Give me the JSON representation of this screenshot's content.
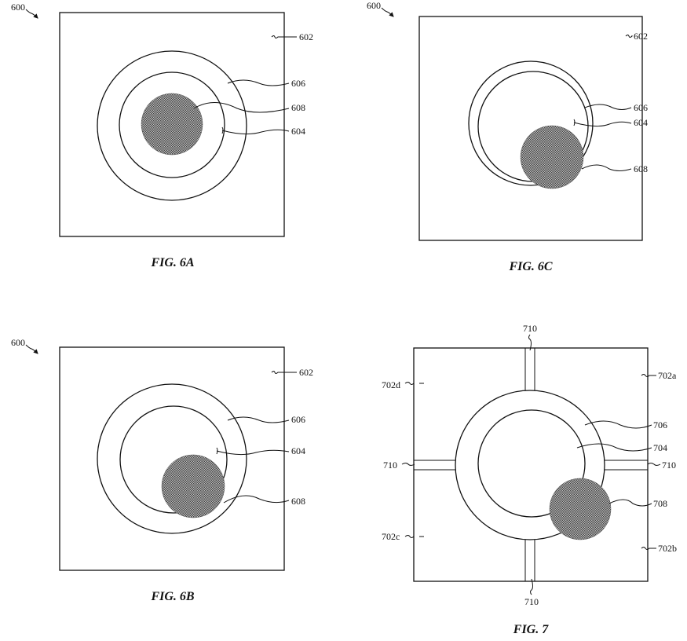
{
  "figures": {
    "fig6a": {
      "caption": "FIG. 6A",
      "assembly": "600",
      "substrate": "602",
      "ring": "606",
      "spot": "608",
      "core": "604"
    },
    "fig6b": {
      "caption": "FIG. 6B",
      "assembly": "600",
      "substrate": "602",
      "ring": "606",
      "core": "604",
      "spot": "608"
    },
    "fig6c": {
      "caption": "FIG. 6C",
      "assembly": "600",
      "substrate": "602",
      "ring": "606",
      "core": "604",
      "spot": "608"
    },
    "fig7": {
      "caption": "FIG. 7",
      "channel_top": "710",
      "channel_left": "710",
      "channel_right": "710",
      "channel_bottom": "710",
      "quad_a": "702a",
      "quad_b": "702b",
      "quad_c": "702c",
      "quad_d": "702d",
      "ring": "706",
      "core": "704",
      "spot": "708"
    }
  },
  "colors": {
    "line": "#111111",
    "spot_dark": "#444444",
    "spot_light": "#bbbbbb"
  }
}
